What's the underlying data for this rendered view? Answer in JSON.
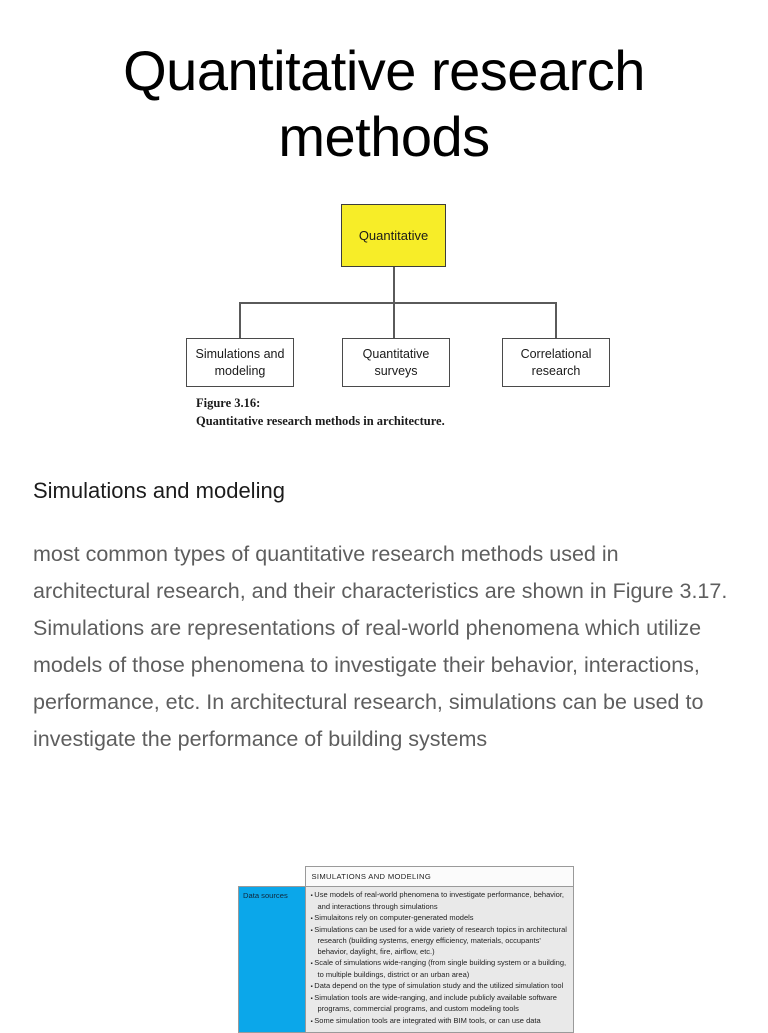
{
  "document": {
    "title": "Quantitative research methods"
  },
  "figure_316": {
    "root": {
      "label": "Quantitative",
      "color": "#F7ED28"
    },
    "children": [
      {
        "label": "Simulations and modeling"
      },
      {
        "label": "Quantitative surveys"
      },
      {
        "label": "Correlational research"
      }
    ],
    "caption_number": "Figure 3.16:",
    "caption_text": "Quantitative research methods in architecture."
  },
  "section": {
    "heading": "Simulations and modeling",
    "body": "most common types of quantitative research methods used in architectural research, and their characteristics are shown in Figure 3.17. Simulations are representations of real-world phenomena which utilize models of those phenomena to investigate their behavior, interactions, performance, etc. In architectural research, simulations can be used to investigate the performance of building systems"
  },
  "figure_317_table": {
    "header": "SIMULATIONS AND MODELING",
    "row_label": "Data sources",
    "row_label_color": "#0BA7EA",
    "bullets": [
      "Use models of real-world phenomena to investigate performance, behavior, and interactions through simulations",
      "Simulaitons rely on computer-generated models",
      "Simulations can be used for a wide variety of research topics in architectural research (building systems, energy efficiency, materials, occupants' behavior, daylight, fire, airflow, etc.)",
      "Scale of simulations wide-ranging (from single building system or a building, to multiple buildings, district or an urban area)",
      "Data depend on the type of simulation study and the utilized simulation tool",
      "Simulation tools are wide-ranging, and include publicly available software programs, commercial programs, and custom modeling tools",
      "Some simulation tools are integrated with BIM tools, or can use data"
    ]
  }
}
